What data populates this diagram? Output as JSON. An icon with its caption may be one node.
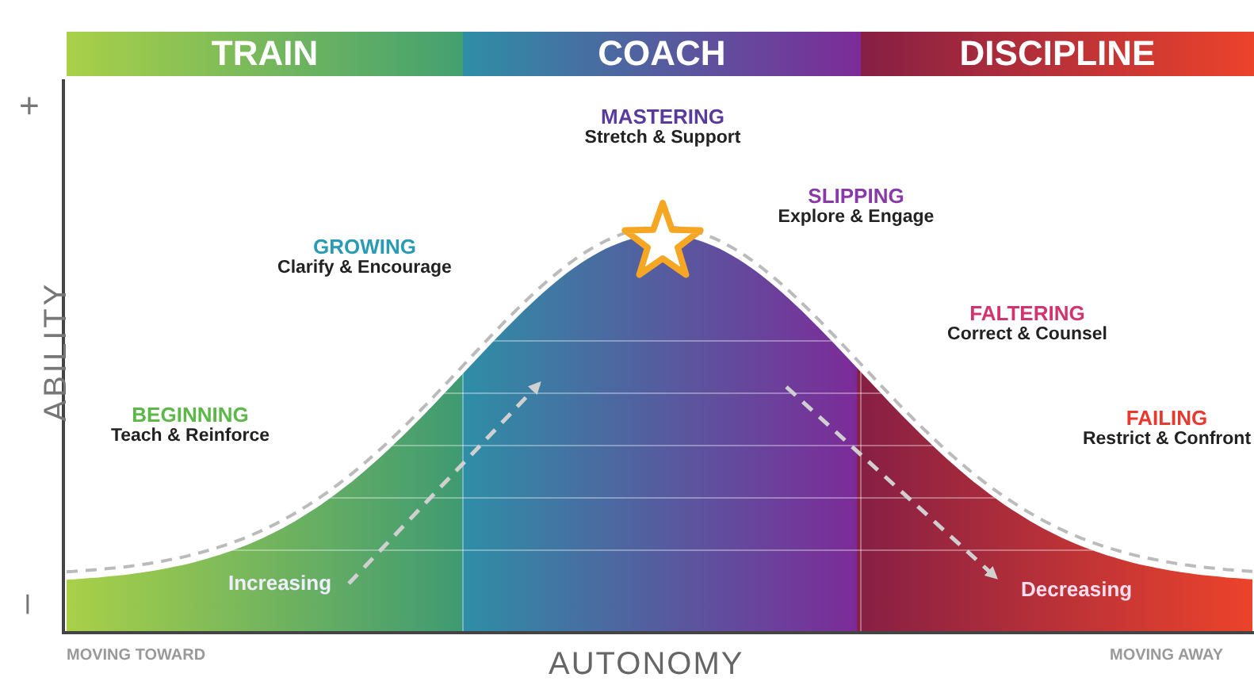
{
  "diagram": {
    "nodes": [
      {
        "text": [
          "TRAIN"
        ]
      },
      {
        "text": [
          "COACH"
        ]
      },
      {
        "text": [
          "DISCIPLINE"
        ]
      },
      {
        "text": [
          "BEGINNING",
          "Teach & Reinforce"
        ]
      },
      {
        "text": [
          "GROWING",
          "Clarify & Encourage"
        ]
      },
      {
        "text": [
          "MASTERING",
          "Stretch & Support"
        ]
      },
      {
        "text": [
          "SLIPPING",
          "Explore & Engage"
        ]
      },
      {
        "text": [
          "FALTERING",
          "Correct & Counsel"
        ]
      },
      {
        "text": [
          "FAILING",
          "Restrict & Confront"
        ]
      }
    ],
    "labels": [
      "+",
      "ABILITY",
      "–",
      "Increasing",
      "Decreasing",
      "MOVING TOWARD",
      "AUTONOMY",
      "MOVING AWAY"
    ]
  }
}
